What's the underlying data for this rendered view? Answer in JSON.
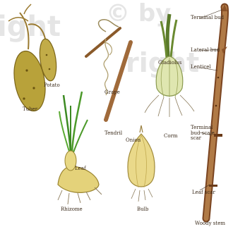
{
  "watermark": {
    "line1": "© by",
    "line2": "right",
    "line3": "ight"
  },
  "labels": {
    "tuber": "Tuber",
    "potato": "Potato",
    "tendril": "Tendril",
    "grape": "Grape",
    "gladiolus": "Gladiolus",
    "corm": "Corm",
    "leaf": "Leaf",
    "rhizome": "Rhizome",
    "onion": "Onion",
    "bulb": "Bulb",
    "terminal_bud": "Terminal bud",
    "lateral_bud": "Lateral bud",
    "lenticel": "Lenticel",
    "terminal_bud_scale_scar": "Terminal bud scale scar",
    "leaf_scar": "Leaf scar",
    "woody_stem": "Woody stem"
  },
  "colors": {
    "tuber": "#b8a23a",
    "tuber_dark": "#8a7420",
    "leaf_green": "#4c9a2a",
    "bulb": "#ead98a",
    "corm": "#dfe6b0",
    "stem": "#a86a3a",
    "stem_dark": "#7a4420",
    "rhizome": "#e4d27a",
    "label": "#3a2a1a"
  }
}
